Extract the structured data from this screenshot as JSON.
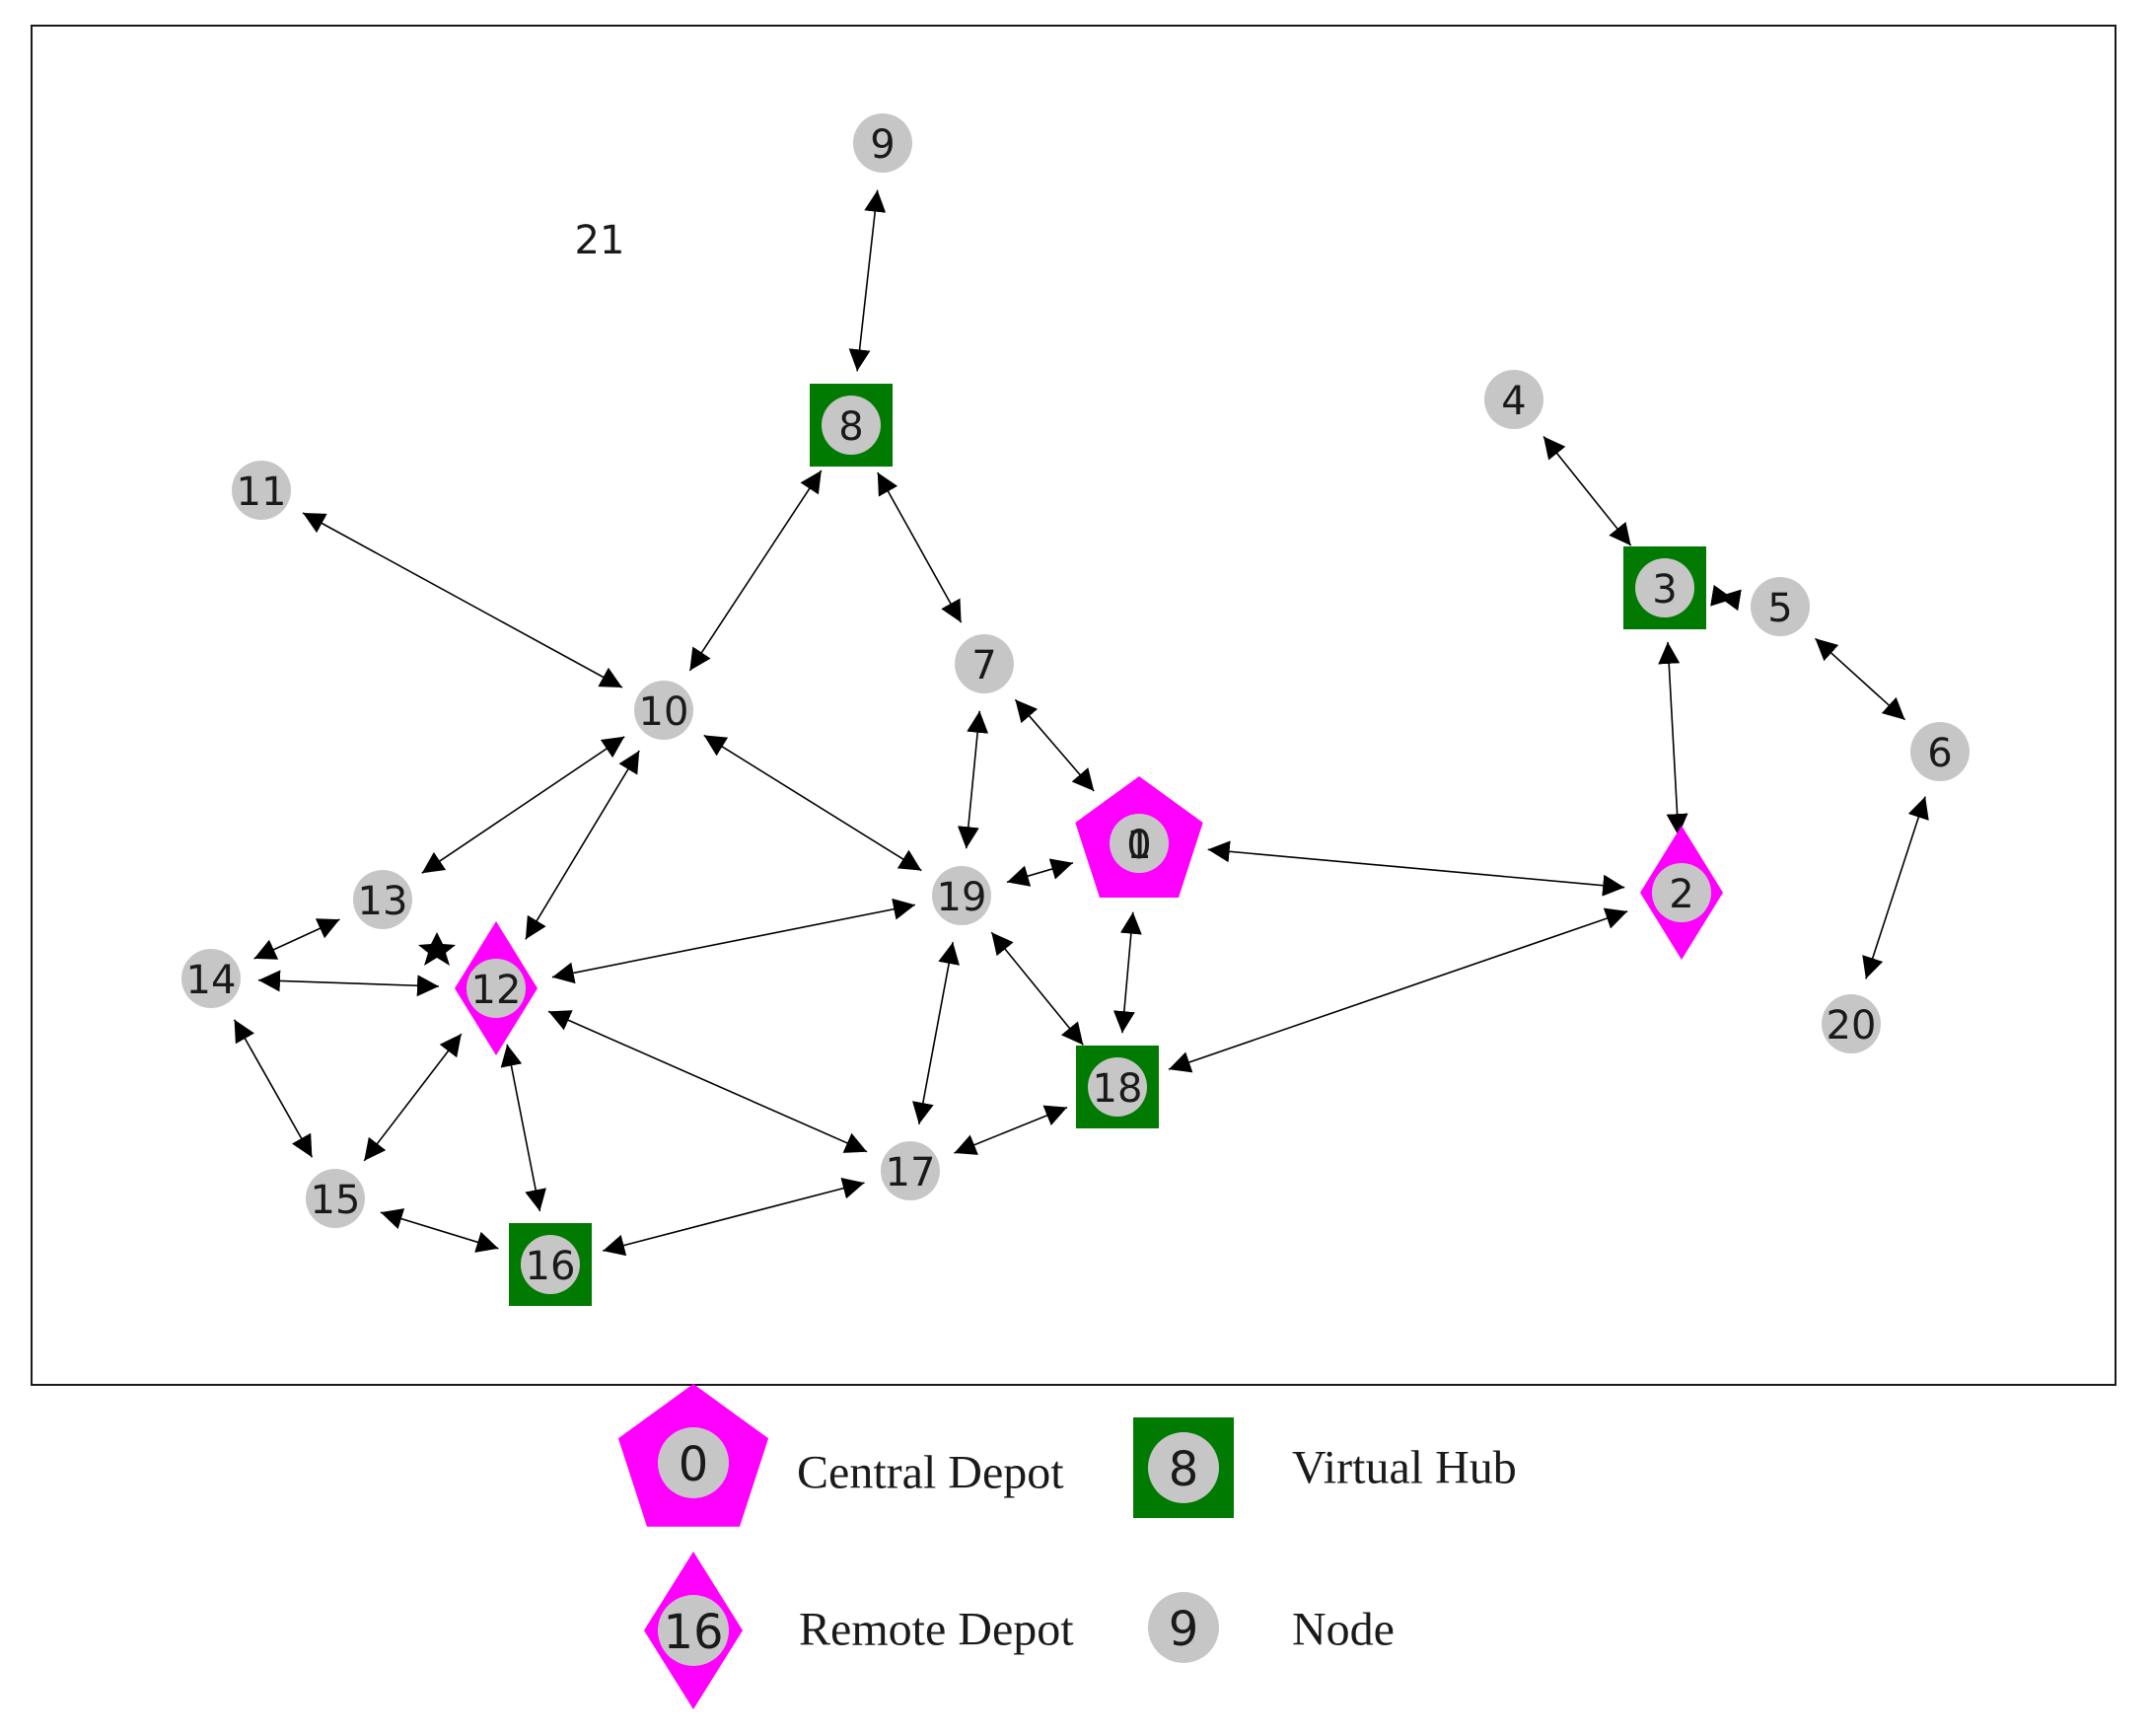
{
  "colors": {
    "central_depot": "#ff00ff",
    "remote_depot": "#ff00ff",
    "virtual_hub": "#007a00",
    "node": "#c6c6c6",
    "edge": "#000000",
    "text": "#1a1a1a"
  },
  "nodes": [
    {
      "id": "0",
      "label": "0",
      "type": "central_depot",
      "overlay_label": "1"
    },
    {
      "id": "2",
      "label": "2",
      "type": "remote_depot"
    },
    {
      "id": "3",
      "label": "3",
      "type": "virtual_hub"
    },
    {
      "id": "4",
      "label": "4",
      "type": "node"
    },
    {
      "id": "5",
      "label": "5",
      "type": "node"
    },
    {
      "id": "6",
      "label": "6",
      "type": "node"
    },
    {
      "id": "7",
      "label": "7",
      "type": "node"
    },
    {
      "id": "8",
      "label": "8",
      "type": "virtual_hub"
    },
    {
      "id": "9",
      "label": "9",
      "type": "node"
    },
    {
      "id": "10",
      "label": "10",
      "type": "node"
    },
    {
      "id": "11",
      "label": "11",
      "type": "node"
    },
    {
      "id": "12",
      "label": "12",
      "type": "remote_depot"
    },
    {
      "id": "13",
      "label": "13",
      "type": "node"
    },
    {
      "id": "14",
      "label": "14",
      "type": "node"
    },
    {
      "id": "15",
      "label": "15",
      "type": "node"
    },
    {
      "id": "16",
      "label": "16",
      "type": "virtual_hub"
    },
    {
      "id": "17",
      "label": "17",
      "type": "node"
    },
    {
      "id": "18",
      "label": "18",
      "type": "virtual_hub"
    },
    {
      "id": "19",
      "label": "19",
      "type": "node"
    },
    {
      "id": "20",
      "label": "20",
      "type": "node"
    },
    {
      "id": "21",
      "label": "21",
      "type": "isolated_label"
    }
  ],
  "edges": [
    [
      "9",
      "8"
    ],
    [
      "8",
      "10"
    ],
    [
      "8",
      "7"
    ],
    [
      "11",
      "10"
    ],
    [
      "10",
      "13"
    ],
    [
      "10",
      "12"
    ],
    [
      "10",
      "19"
    ],
    [
      "7",
      "19"
    ],
    [
      "7",
      "0"
    ],
    [
      "19",
      "0"
    ],
    [
      "0",
      "2"
    ],
    [
      "0",
      "18"
    ],
    [
      "19",
      "12"
    ],
    [
      "19",
      "18"
    ],
    [
      "19",
      "17"
    ],
    [
      "13",
      "14"
    ],
    [
      "14",
      "12"
    ],
    [
      "14",
      "15"
    ],
    [
      "15",
      "12"
    ],
    [
      "15",
      "16"
    ],
    [
      "12",
      "16"
    ],
    [
      "12",
      "17"
    ],
    [
      "16",
      "17"
    ],
    [
      "17",
      "18"
    ],
    [
      "18",
      "2"
    ],
    [
      "4",
      "3"
    ],
    [
      "3",
      "5"
    ],
    [
      "5",
      "6"
    ],
    [
      "3",
      "2"
    ],
    [
      "6",
      "20"
    ]
  ],
  "legend": [
    {
      "key": "central_depot",
      "symbol_label": "0",
      "text": "Central Depot"
    },
    {
      "key": "virtual_hub",
      "symbol_label": "8",
      "text": "Virtual Hub"
    },
    {
      "key": "remote_depot",
      "symbol_label": "16",
      "text": "Remote Depot"
    },
    {
      "key": "node",
      "symbol_label": "9",
      "text": "Node"
    }
  ]
}
